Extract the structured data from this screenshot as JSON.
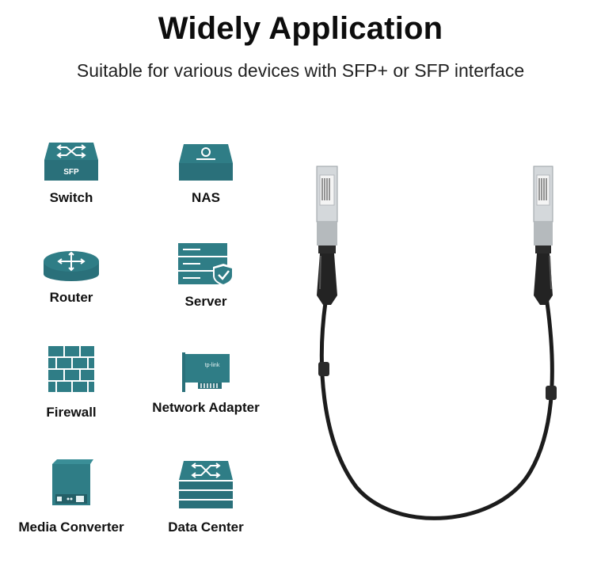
{
  "header": {
    "title": "Widely Application",
    "subtitle": "Suitable for various devices with SFP+ or SFP interface"
  },
  "devices": [
    {
      "label": "Switch",
      "icon": "switch-icon",
      "badge": "SFP"
    },
    {
      "label": "NAS",
      "icon": "nas-icon"
    },
    {
      "label": "Router",
      "icon": "router-icon"
    },
    {
      "label": "Server",
      "icon": "server-icon"
    },
    {
      "label": "Firewall",
      "icon": "firewall-icon"
    },
    {
      "label": "Network Adapter",
      "icon": "network-adapter-icon",
      "brand": "tp-link"
    },
    {
      "label": "Media Converter",
      "icon": "media-converter-icon"
    },
    {
      "label": "Data Center",
      "icon": "data-center-icon"
    }
  ],
  "colors": {
    "icon_teal": "#2f7d86",
    "icon_teal_dark": "#245f67",
    "cable": "#1c1c1c",
    "metal": "#cfd3d6"
  }
}
